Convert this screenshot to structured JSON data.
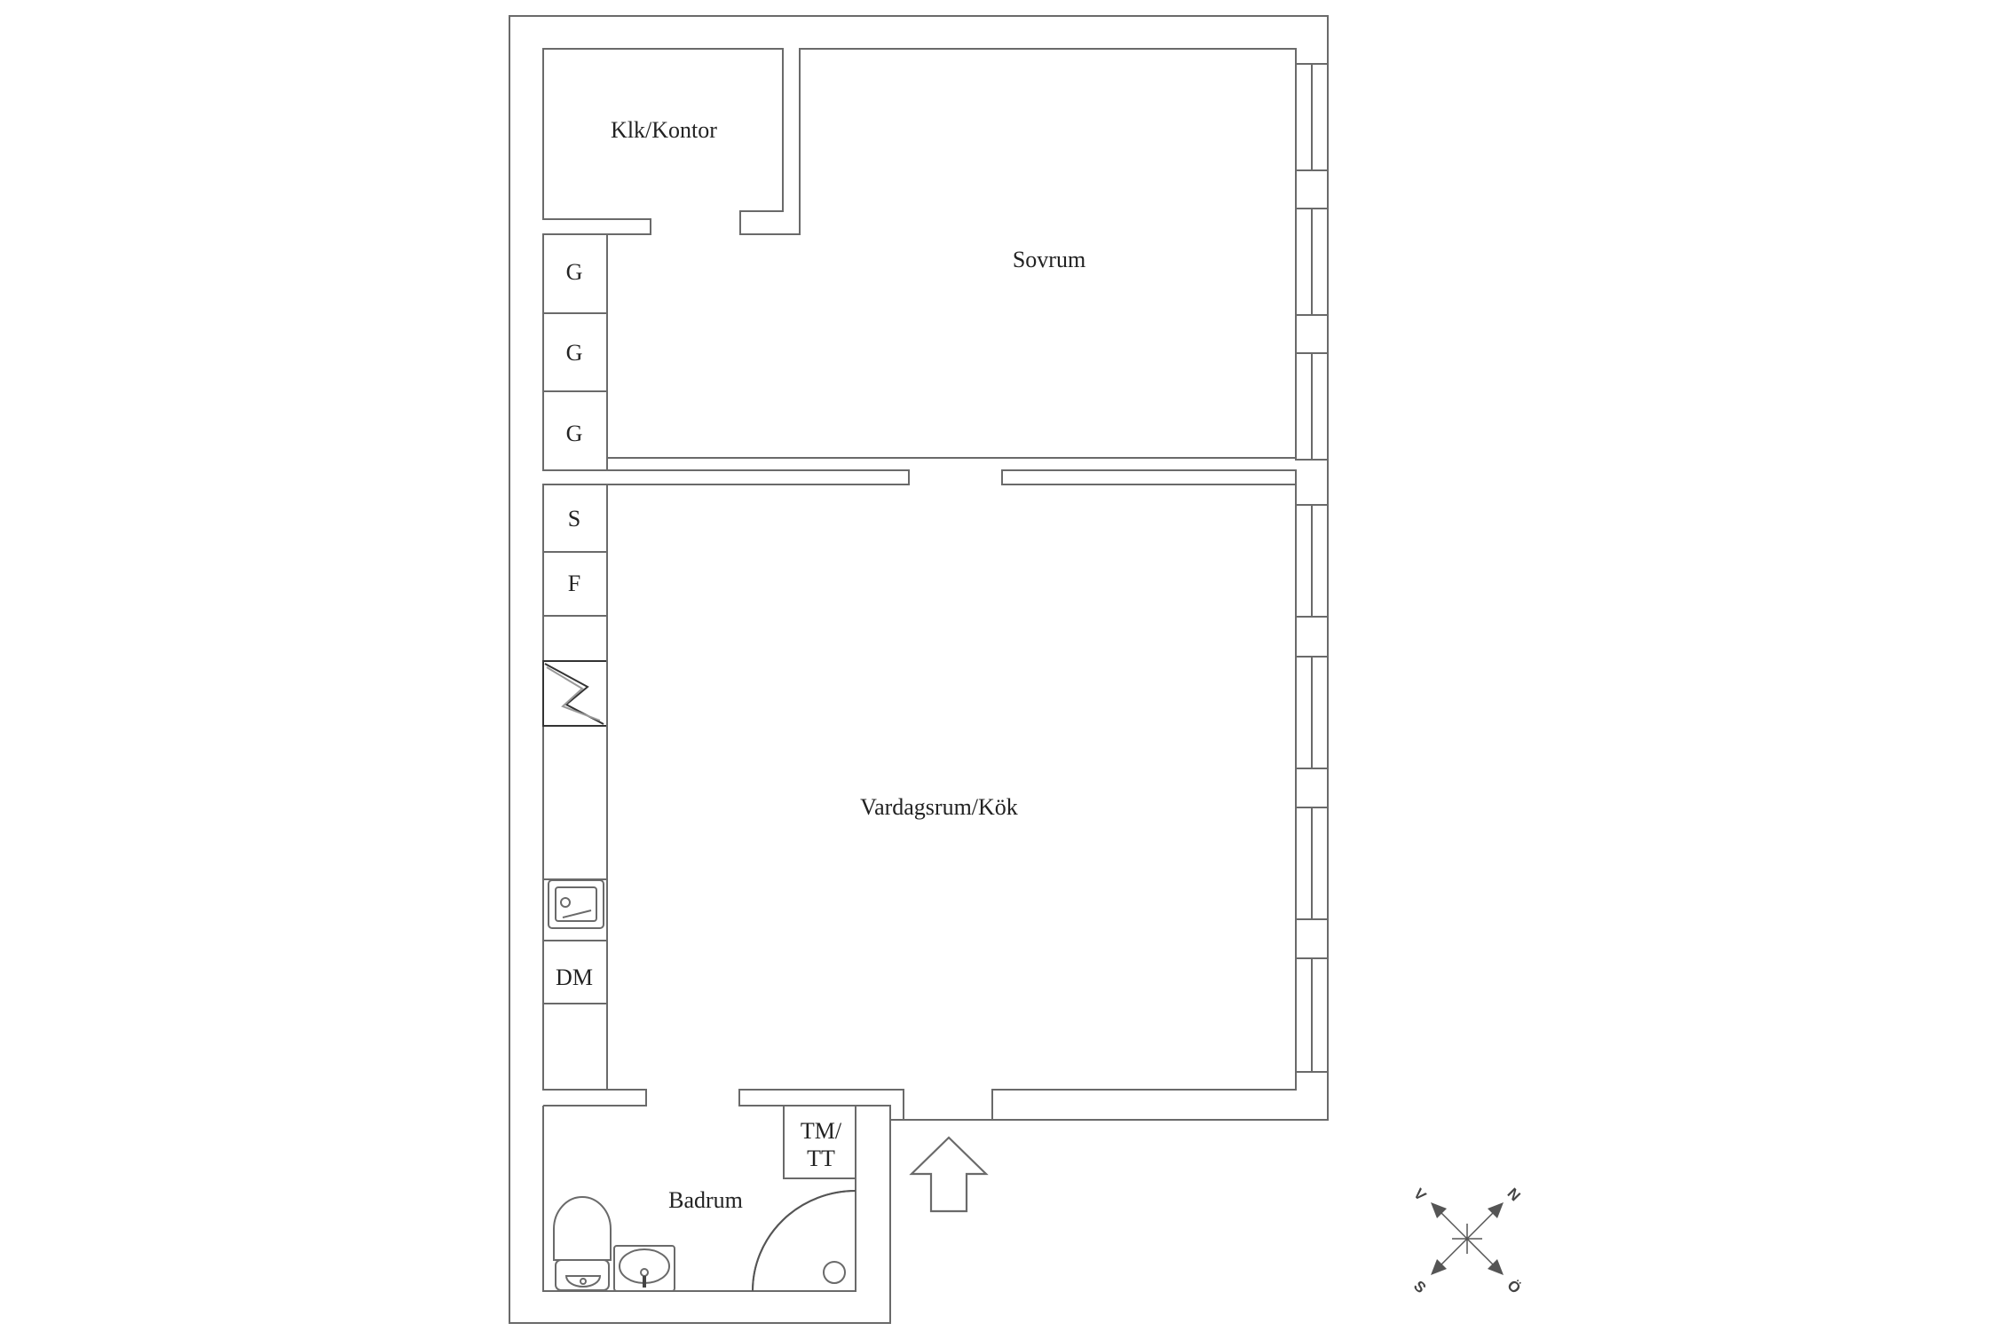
{
  "rooms": {
    "office": "Klk/Kontor",
    "bedroom": "Sovrum",
    "living_kitchen": "Vardagsrum/Kök",
    "bathroom": "Badrum"
  },
  "cabinets": {
    "g1": "G",
    "g2": "G",
    "g3": "G",
    "s": "S",
    "f": "F",
    "dm": "DM",
    "tm_line1": "TM/",
    "tm_line2": "TT"
  },
  "compass": {
    "north": "N",
    "east": "Ö",
    "south": "S",
    "west": "V"
  }
}
